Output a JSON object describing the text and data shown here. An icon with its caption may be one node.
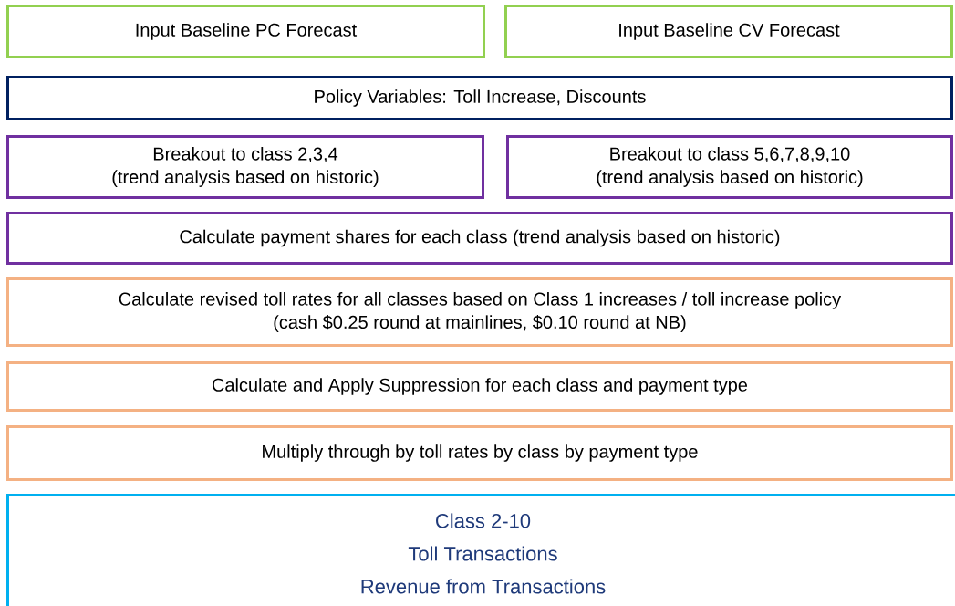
{
  "diagram": {
    "nodes": [
      {
        "text": [
          "Input Baseline PC Forecast"
        ]
      },
      {
        "text": [
          "Input Baseline CV Forecast"
        ]
      },
      {
        "text": [
          "Policy Variables: Toll Increase, Discounts"
        ]
      },
      {
        "text": [
          "Breakout to class 2,3,4",
          "(trend analysis based on historic)"
        ]
      },
      {
        "text": [
          "Breakout to class 5,6,7,8,9,10",
          "(trend analysis based on historic)"
        ]
      },
      {
        "text": [
          "Calculate payment shares for each class (trend analysis based on historic)"
        ]
      },
      {
        "text": [
          "Calculate revised toll rates for all classes based on Class 1 increases / toll increase policy",
          "(cash $0.25 round at mainlines, $0.10 round at NB)"
        ]
      },
      {
        "text": [
          "Calculate and Apply Suppression for each class and payment type"
        ]
      },
      {
        "text": [
          "Multiply through by toll rates by class by payment type"
        ]
      },
      {
        "text": [
          "Class 2-10",
          "Toll Transactions",
          "Revenue  from Transactions"
        ]
      }
    ]
  }
}
